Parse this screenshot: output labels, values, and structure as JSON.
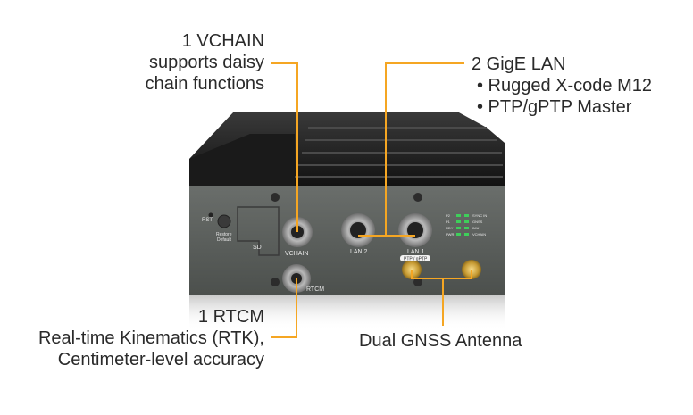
{
  "callouts": {
    "vchain": {
      "lines": [
        "1 VCHAIN",
        "supports  daisy",
        "chain functions"
      ]
    },
    "lan": {
      "title": "2 GigE LAN",
      "bullets": [
        "• Rugged X-code M12",
        "• PTP/gPTP Master"
      ]
    },
    "rtcm": {
      "lines": [
        "1 RTCM",
        "Real-time Kinematics (RTK),",
        "Centimeter-level accuracy"
      ]
    },
    "gnss": {
      "label": "Dual GNSS Antenna"
    }
  },
  "device": {
    "port_labels": {
      "rst": "RST",
      "restore": [
        "Restore",
        "Default"
      ],
      "sd": "SD",
      "vchain": "VCHAIN",
      "lan2": "LAN 2",
      "lan1": "LAN 1",
      "ptp": "PTP / gPTP",
      "rtcm": "RTCM"
    },
    "led_labels": [
      "P2",
      "P1",
      "RDY",
      "PWR"
    ],
    "led_labels_right": [
      "SYNC IN",
      "GNSS",
      "IMU",
      "VCHAIN"
    ]
  },
  "colors": {
    "callout_line": "#f5a623",
    "device_panel": "#5b5f5c",
    "heatsink": "#1d1d1d",
    "led": "#3ecf5a"
  }
}
